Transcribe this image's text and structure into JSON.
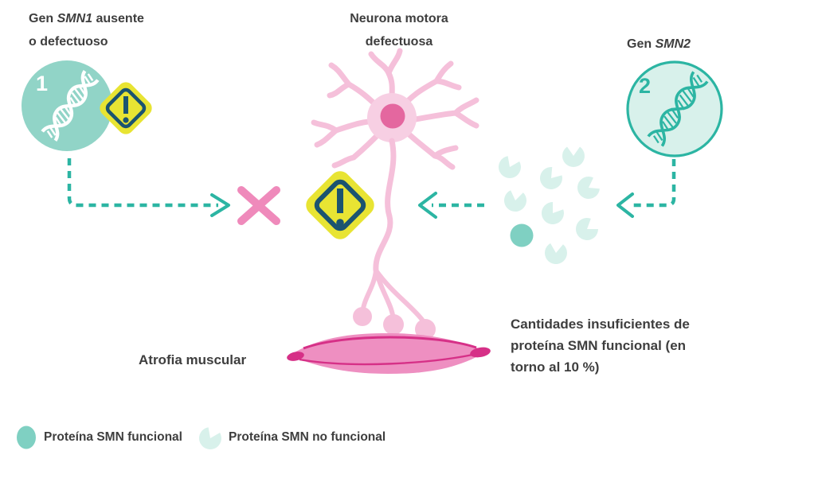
{
  "labels": {
    "smn1_gene": {
      "prefix": "Gen ",
      "gene": "SMN1",
      "suffix": " ausente",
      "line2": "o defectuoso"
    },
    "motor_neuron": {
      "line1": "Neurona motora",
      "line2": "defectuosa"
    },
    "smn2_gene": {
      "prefix": "Gen ",
      "gene": "SMN2"
    },
    "muscle_atrophy": "Atrofia muscular",
    "insufficient_protein": {
      "line1": "Cantidades insuficientes de",
      "line2": "proteína SMN funcional (en",
      "line3": "torno al 10 %)"
    }
  },
  "badges": {
    "smn1_number": "1",
    "smn2_number": "2",
    "warning_exclamation": "!"
  },
  "legend": {
    "functional": {
      "label": "Proteína SMN funcional",
      "swatch_color": "#7fd0c2"
    },
    "non_functional": {
      "label": "Proteína SMN no funcional",
      "swatch_color": "#d8f1eb"
    }
  },
  "colors": {
    "teal_solid": "#91d4c7",
    "teal_stroke": "#2cb5a3",
    "pale_mint": "#d8f1eb",
    "protein_functional": "#7fd0c2",
    "warning_yellow": "#e8e433",
    "warning_navy": "#1b5470",
    "pink_cross": "#ef8abb",
    "neuron_body": "#f7cfe3",
    "neuron_nucleus": "#e4679f",
    "muscle_fill": "#ee8fc1",
    "muscle_dark": "#d63087",
    "text": "#3e3e3e"
  }
}
